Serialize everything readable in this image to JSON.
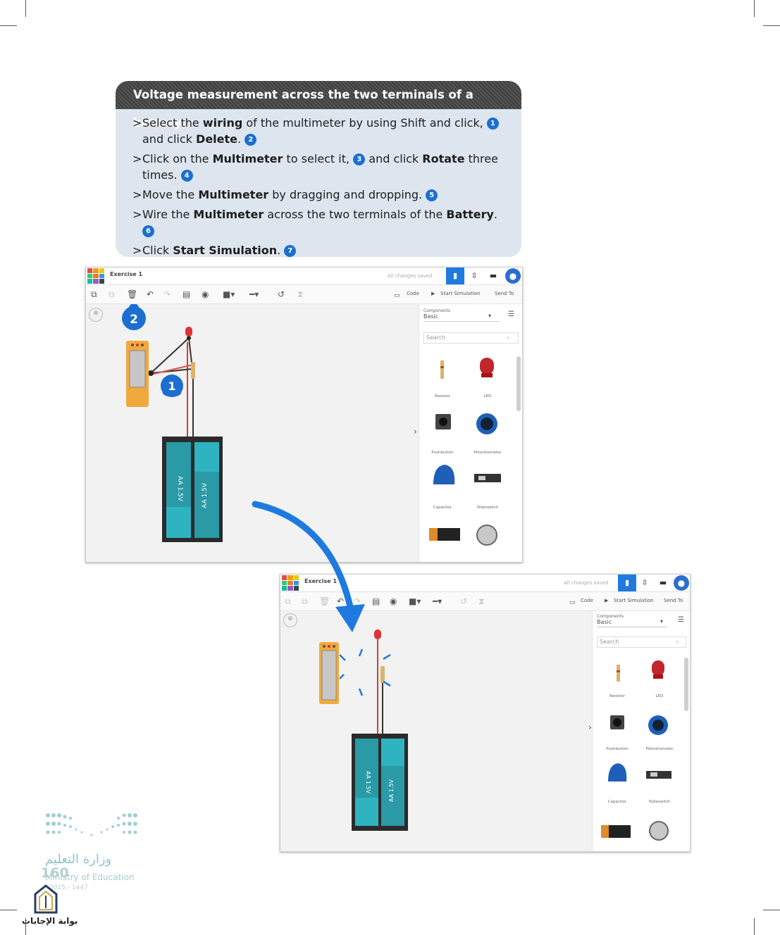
{
  "instructions": {
    "title": "Voltage measurement across the two terminals of a battery:",
    "steps": [
      {
        "parts": [
          {
            "t": "Select the "
          },
          {
            "b": "wiring"
          },
          {
            "t": " of the multimeter by using Shift and click, "
          },
          {
            "n": "1"
          },
          {
            "br": true
          },
          {
            "t": "and click "
          },
          {
            "b": "Delete"
          },
          {
            "t": ". "
          },
          {
            "n": "2"
          }
        ]
      },
      {
        "parts": [
          {
            "t": "Click on the "
          },
          {
            "b": "Multimeter"
          },
          {
            "t": " to select it, "
          },
          {
            "n": "3"
          },
          {
            "t": " and click "
          },
          {
            "b": "Rotate"
          },
          {
            "t": " three"
          },
          {
            "br": true
          },
          {
            "t": "times. "
          },
          {
            "n": "4"
          }
        ]
      },
      {
        "parts": [
          {
            "t": "Move the "
          },
          {
            "b": "Multimeter"
          },
          {
            "t": " by dragging and dropping. "
          },
          {
            "n": "5"
          }
        ]
      },
      {
        "parts": [
          {
            "t": "Wire the "
          },
          {
            "b": "Multimeter"
          },
          {
            "t": " across the two terminals of the "
          },
          {
            "b": "Battery"
          },
          {
            "t": ". "
          },
          {
            "n": "6"
          }
        ]
      },
      {
        "parts": [
          {
            "t": "Click "
          },
          {
            "b": "Start Simulation"
          },
          {
            "t": ". "
          },
          {
            "n": "7"
          }
        ]
      }
    ]
  },
  "app": {
    "title": "Exercise 1",
    "saved_status": "All changes saved",
    "code_label": "Code",
    "start_simulation_label": "Start Simulation",
    "send_to_label": "Send To",
    "components_caption": "Components",
    "components_value": "Basic",
    "search_placeholder": "Search",
    "components": [
      "Resistor",
      "LED",
      "Pushbutton",
      "Potentiometer",
      "Capacitor",
      "Slideswitch"
    ],
    "battery_label": "AA 1.5V",
    "callouts": {
      "delete": "2",
      "wiring": "1"
    }
  },
  "colors": {
    "accent": "#1f7ae0",
    "step_badge": "#1c6fd1",
    "battery": "#2fb3c0",
    "multimeter": "#f2a93b"
  },
  "footer": {
    "ministry_ar": "وزارة التعليم",
    "ministry_en": "Ministry of Education",
    "year": "2025 - 1447",
    "page_number": "160",
    "site_label": "بوابة الإجابات"
  }
}
